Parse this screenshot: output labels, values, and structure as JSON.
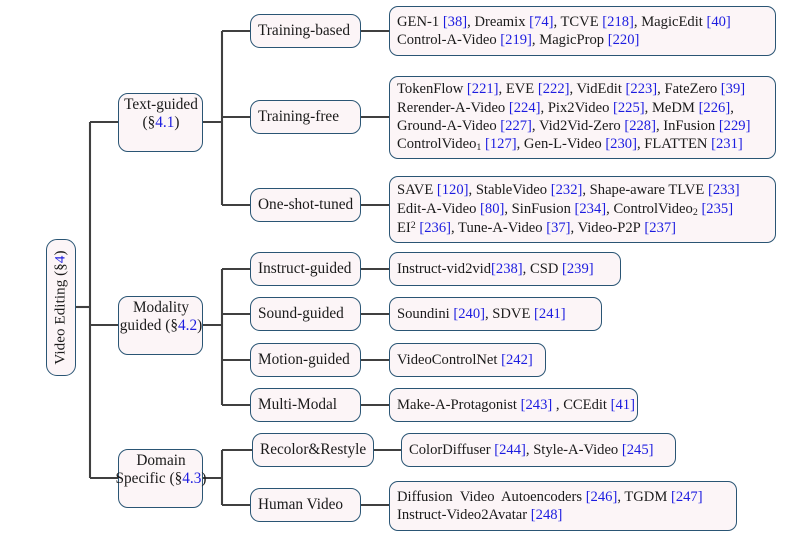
{
  "diagram": {
    "title": "Video Editing taxonomy tree",
    "colors": {
      "box_border": "#2a5574",
      "box_fill": "#fcf5f7",
      "wire": "#404040",
      "reference_blue": "#1c1ce0",
      "text": "#1a1a1a",
      "page_background": "#ffffff"
    },
    "root": {
      "label_full": "Video Editing (§4)",
      "label_text": "Video Editing (",
      "section_mark": "§",
      "section_number": "4",
      "label_tail": ")",
      "orientation": "rotated-90-ccw"
    },
    "categories": [
      {
        "id": "text-guided",
        "label_line1": "Text-guided",
        "label_line2_prefix": "(",
        "label_line2_mark": "§",
        "label_line2_number": "4.1",
        "label_line2_suffix": ")",
        "label_full": "Text-guided (§4.1)",
        "children": [
          {
            "id": "training-based",
            "label": "Training-based",
            "items_lines": [
              "GEN-1 [38], Dreamix [74], TCVE [218], MagicEdit [40]",
              "Control-A-Video [219], MagicProp [220]"
            ],
            "items": [
              {
                "name": "GEN-1",
                "ref": "38"
              },
              {
                "name": "Dreamix",
                "ref": "74"
              },
              {
                "name": "TCVE",
                "ref": "218"
              },
              {
                "name": "MagicEdit",
                "ref": "40"
              },
              {
                "name": "Control-A-Video",
                "ref": "219"
              },
              {
                "name": "MagicProp",
                "ref": "220"
              }
            ]
          },
          {
            "id": "training-free",
            "label": "Training-free",
            "items_lines": [
              "TokenFlow [221], EVE [222], VidEdit [223], FateZero [39]",
              "Rerender-A-Video [224], Pix2Video [225], MeDM [226],",
              "Ground-A-Video [227], Vid2Vid-Zero [228], InFusion [229]",
              "ControlVideo₁ [127], Gen-L-Video [230], FLATTEN [231]"
            ],
            "items": [
              {
                "name": "TokenFlow",
                "ref": "221"
              },
              {
                "name": "EVE",
                "ref": "222"
              },
              {
                "name": "VidEdit",
                "ref": "223"
              },
              {
                "name": "FateZero",
                "ref": "39"
              },
              {
                "name": "Rerender-A-Video",
                "ref": "224"
              },
              {
                "name": "Pix2Video",
                "ref": "225"
              },
              {
                "name": "MeDM",
                "ref": "226"
              },
              {
                "name": "Ground-A-Video",
                "ref": "227"
              },
              {
                "name": "Vid2Vid-Zero",
                "ref": "228"
              },
              {
                "name": "InFusion",
                "ref": "229"
              },
              {
                "name": "ControlVideo_1",
                "ref": "127"
              },
              {
                "name": "Gen-L-Video",
                "ref": "230"
              },
              {
                "name": "FLATTEN",
                "ref": "231"
              }
            ]
          },
          {
            "id": "one-shot-tuned",
            "label": "One-shot-tuned",
            "items_lines": [
              "SAVE [120], StableVideo [232], Shape-aware TLVE [233]",
              "Edit-A-Video [80], SinFusion [234], ControlVideo₂ [235]",
              "EI² [236], Tune-A-Video [37], Video-P2P [237]"
            ],
            "items": [
              {
                "name": "SAVE",
                "ref": "120"
              },
              {
                "name": "StableVideo",
                "ref": "232"
              },
              {
                "name": "Shape-aware TLVE",
                "ref": "233"
              },
              {
                "name": "Edit-A-Video",
                "ref": "80"
              },
              {
                "name": "SinFusion",
                "ref": "234"
              },
              {
                "name": "ControlVideo_2",
                "ref": "235"
              },
              {
                "name": "EI^2",
                "ref": "236"
              },
              {
                "name": "Tune-A-Video",
                "ref": "37"
              },
              {
                "name": "Video-P2P",
                "ref": "237"
              }
            ]
          }
        ]
      },
      {
        "id": "modality-guided",
        "label_line1": "Modality",
        "label_line2_pre": "guided (",
        "label_line2_mark": "§",
        "label_line2_number": "4.2",
        "label_line2_suffix": ")",
        "label_full": "Modality guided (§4.2)",
        "children": [
          {
            "id": "instruct-guided",
            "label": "Instruct-guided",
            "items_lines": [
              "Instruct-vid2vid[238], CSD [239]"
            ],
            "items": [
              {
                "name": "Instruct-vid2vid",
                "ref": "238"
              },
              {
                "name": "CSD",
                "ref": "239"
              }
            ]
          },
          {
            "id": "sound-guided",
            "label": "Sound-guided",
            "items_lines": [
              "Soundini [240], SDVE [241]"
            ],
            "items": [
              {
                "name": "Soundini",
                "ref": "240"
              },
              {
                "name": "SDVE",
                "ref": "241"
              }
            ]
          },
          {
            "id": "motion-guided",
            "label": "Motion-guided",
            "items_lines": [
              "VideoControlNet [242]"
            ],
            "items": [
              {
                "name": "VideoControlNet",
                "ref": "242"
              }
            ]
          },
          {
            "id": "multi-modal",
            "label": "Multi-Modal",
            "items_lines": [
              "Make-A-Protagonist [243] , CCEdit [41]"
            ],
            "items": [
              {
                "name": "Make-A-Protagonist",
                "ref": "243"
              },
              {
                "name": "CCEdit",
                "ref": "41"
              }
            ]
          }
        ]
      },
      {
        "id": "domain-specific",
        "label_line1": "Domain",
        "label_line2_pre": "Specific (",
        "label_line2_mark": "§",
        "label_line2_number": "4.3",
        "label_line2_suffix": ")",
        "label_full": "Domain Specific (§4.3)",
        "children": [
          {
            "id": "recolor-restyle",
            "label": "Recolor&Restyle",
            "items_lines": [
              "ColorDiffuser [244], Style-A-Video [245]"
            ],
            "items": [
              {
                "name": "ColorDiffuser",
                "ref": "244"
              },
              {
                "name": "Style-A-Video",
                "ref": "245"
              }
            ]
          },
          {
            "id": "human-video",
            "label": "Human Video",
            "items_lines": [
              "Diffusion Video Autoencoders [246], TGDM [247]",
              "Instruct-Video2Avatar [248]"
            ],
            "items": [
              {
                "name": "Diffusion Video Autoencoders",
                "ref": "246"
              },
              {
                "name": "TGDM",
                "ref": "247"
              },
              {
                "name": "Instruct-Video2Avatar",
                "ref": "248"
              }
            ]
          }
        ]
      }
    ]
  }
}
